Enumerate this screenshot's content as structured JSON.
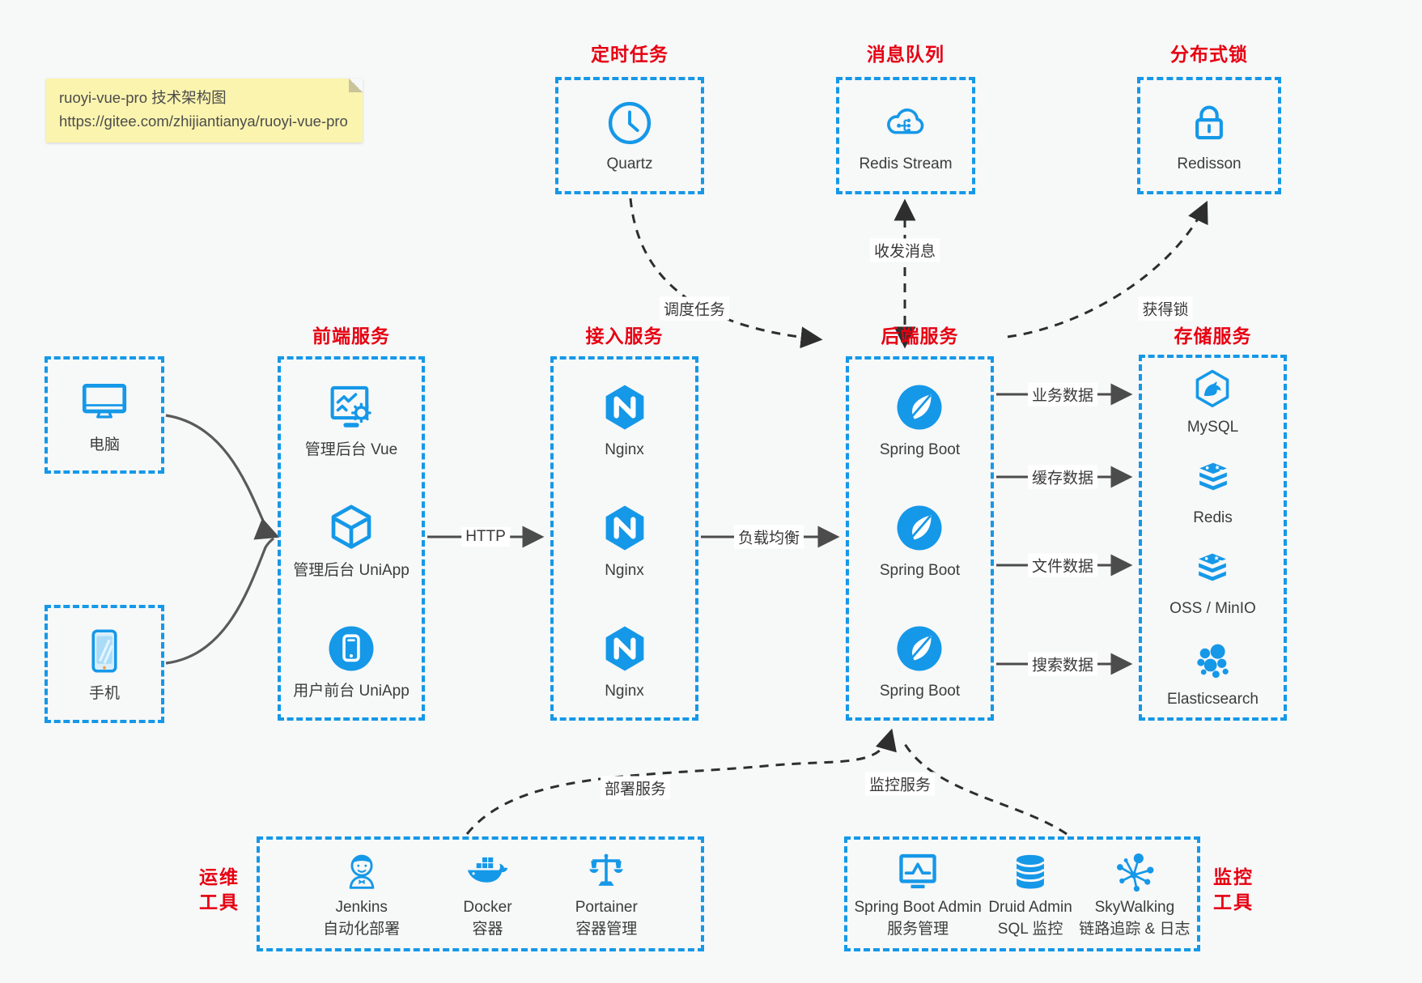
{
  "note": {
    "line1": "ruoyi-vue-pro 技术架构图",
    "line2": "https://gitee.com/zhijiantianya/ruoyi-vue-pro"
  },
  "colors": {
    "accent_blue": "#1598e8",
    "title_red": "#e60012",
    "note_bg": "#fbf4ae",
    "background": "#f7f8f8"
  },
  "top_groups": {
    "scheduler": {
      "title": "定时任务",
      "item": {
        "label": "Quartz",
        "icon": "clock-icon"
      }
    },
    "mq": {
      "title": "消息队列",
      "item": {
        "label": "Redis Stream",
        "icon": "cloud-stream-icon"
      }
    },
    "lock": {
      "title": "分布式锁",
      "item": {
        "label": "Redisson",
        "icon": "padlock-icon"
      }
    }
  },
  "clients": {
    "pc": {
      "label": "电脑",
      "icon": "desktop-icon"
    },
    "mobile": {
      "label": "手机",
      "icon": "smartphone-icon"
    }
  },
  "columns": {
    "frontend": {
      "title": "前端服务",
      "items": [
        {
          "label": "管理后台 Vue",
          "icon": "admin-vue-icon"
        },
        {
          "label": "管理后台 UniApp",
          "icon": "uniapp-cube-icon"
        },
        {
          "label": "用户前台 UniApp",
          "icon": "uniapp-app-icon"
        }
      ]
    },
    "gateway": {
      "title": "接入服务",
      "items": [
        {
          "label": "Nginx",
          "icon": "nginx-icon"
        },
        {
          "label": "Nginx",
          "icon": "nginx-icon"
        },
        {
          "label": "Nginx",
          "icon": "nginx-icon"
        }
      ]
    },
    "backend": {
      "title": "后端服务",
      "items": [
        {
          "label": "Spring Boot",
          "icon": "spring-icon"
        },
        {
          "label": "Spring Boot",
          "icon": "spring-icon"
        },
        {
          "label": "Spring Boot",
          "icon": "spring-icon"
        }
      ]
    },
    "storage": {
      "title": "存储服务",
      "items": [
        {
          "label": "MySQL",
          "icon": "mysql-icon"
        },
        {
          "label": "Redis",
          "icon": "redis-stack-icon"
        },
        {
          "label": "OSS / MinIO",
          "icon": "oss-stack-icon"
        },
        {
          "label": "Elasticsearch",
          "icon": "elasticsearch-icon"
        }
      ]
    }
  },
  "bottom_groups": {
    "ops": {
      "side_label_lines": [
        "运维",
        "工具"
      ],
      "items": [
        {
          "label": "Jenkins",
          "sublabel": "自动化部署",
          "icon": "jenkins-icon"
        },
        {
          "label": "Docker",
          "sublabel": "容器",
          "icon": "docker-whale-icon"
        },
        {
          "label": "Portainer",
          "sublabel": "容器管理",
          "icon": "portainer-scales-icon"
        }
      ]
    },
    "monitoring": {
      "side_label_lines": [
        "监控",
        "工具"
      ],
      "items": [
        {
          "label": "Spring Boot Admin",
          "sublabel": "服务管理",
          "icon": "admin-monitor-icon"
        },
        {
          "label": "Druid Admin",
          "sublabel": "SQL 监控",
          "icon": "database-icon"
        },
        {
          "label": "SkyWalking",
          "sublabel": "链路追踪 & 日志",
          "icon": "skywalking-icon"
        }
      ]
    }
  },
  "edges": {
    "http": "HTTP",
    "load_balance": "负载均衡",
    "schedule": "调度任务",
    "messages": "收发消息",
    "acquire_lock": "获得锁",
    "business_data": "业务数据",
    "cache_data": "缓存数据",
    "file_data": "文件数据",
    "search_data": "搜索数据",
    "deploy": "部署服务",
    "monitor": "监控服务"
  }
}
